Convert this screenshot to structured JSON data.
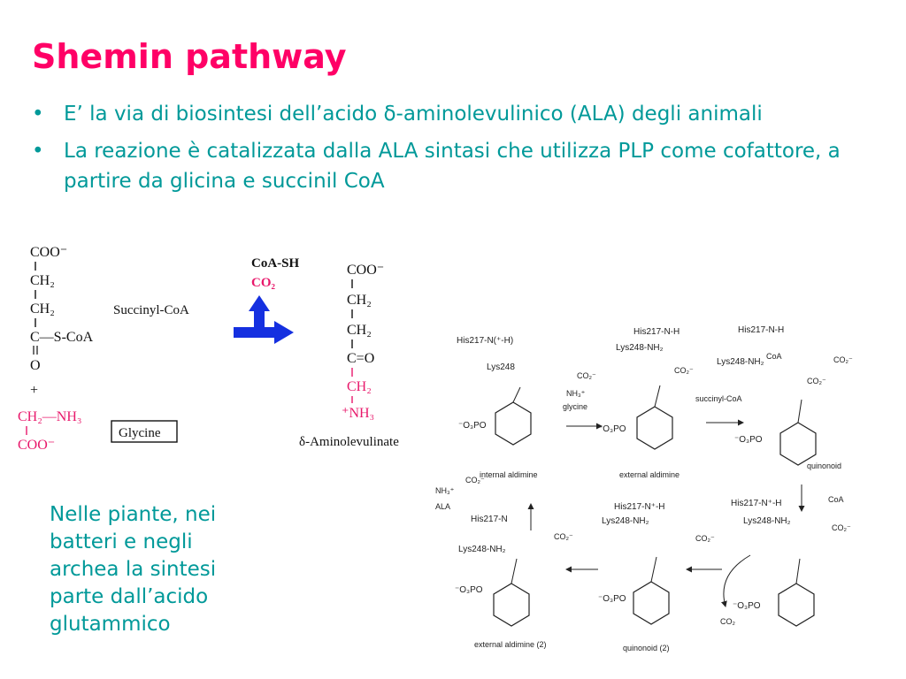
{
  "slide": {
    "title": "Shemin pathway",
    "bullets": [
      "E’ la via di biosintesi dell’acido δ-aminolevulinico (ALA) degli animali",
      "La reazione è catalizzata dalla ALA sintasi che utilizza PLP come cofattore, a partire da glicina e succinil CoA"
    ],
    "bullet_symbol": "•",
    "side_note": "Nelle piante, nei batteri e negli archea la sintesi parte dall’acido glutammico"
  },
  "reaction": {
    "succinyl": [
      "COO⁻",
      "CH₂",
      "CH₂",
      "C—S-CoA",
      "O"
    ],
    "plus": "+",
    "glycine_amine": "CH₂—NH₃",
    "glycine_carboxyl": "COO⁻",
    "succinyl_label": "Succinyl-CoA",
    "glycine_label": "Glycine",
    "coash": "CoA-SH",
    "co2": "CO₂",
    "ala": [
      "COO⁻",
      "CH₂",
      "CH₂",
      "C=O",
      "CH₂",
      "⁺NH₃"
    ],
    "ala_label": "δ-Aminolevulinate",
    "colors": {
      "black": "#111111",
      "pink": "#e8186b",
      "arrow": "#1530e0"
    }
  },
  "mechanism": {
    "his_internal": "His217-N(⁺-H)",
    "lys_internal": "Lys248",
    "glycine": "glycine",
    "internal_aldimine": "internal aldimine",
    "his_external": "His217-N-H",
    "lys_external": "Lys248-NH₂",
    "external_aldimine": "external aldimine",
    "succinyl_coa": "succinyl-CoA",
    "his_quinonoid": "His217-N-H",
    "lys_quinonoid": "Lys248-NH₂",
    "coa_label": "CoA",
    "quinonoid": "quinonoid",
    "coa_out": "CoA",
    "his_4": "His217-N⁺-H",
    "lys_4": "Lys248-NH₂",
    "co2_out": "CO₂",
    "his_5": "His217-N⁺-H",
    "lys_5": "Lys248-NH₂",
    "quinonoid_2": "quinonoid (2)",
    "his_6": "His217-N",
    "lys_6": "Lys248-NH₂",
    "external_aldimine_2": "external aldimine (2)",
    "ala_short": "ALA",
    "phosphate": "⁻O₃PO",
    "co2_group": "CO₂⁻",
    "nh3_group": "NH₃⁺"
  }
}
